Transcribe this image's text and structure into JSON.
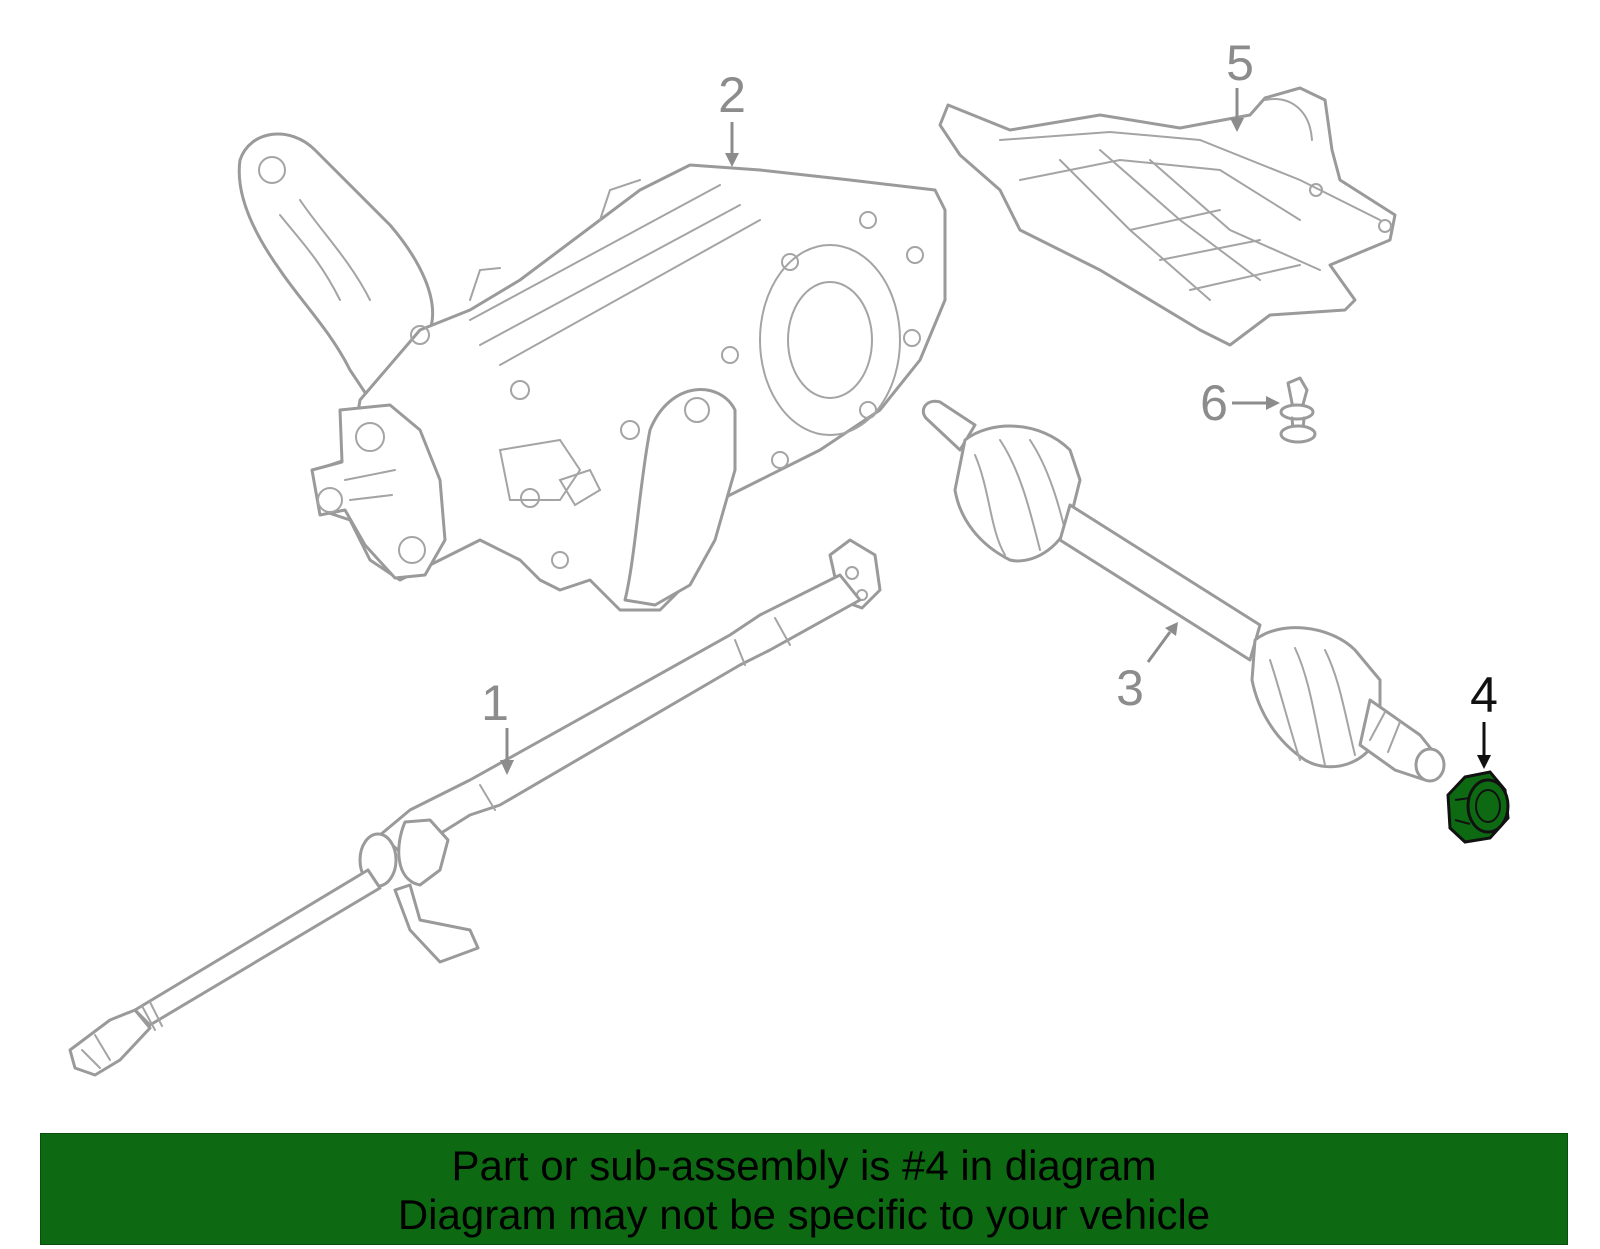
{
  "callouts": [
    {
      "id": "1",
      "label": "1",
      "highlighted": false
    },
    {
      "id": "2",
      "label": "2",
      "highlighted": false
    },
    {
      "id": "3",
      "label": "3",
      "highlighted": false
    },
    {
      "id": "4",
      "label": "4",
      "highlighted": true
    },
    {
      "id": "5",
      "label": "5",
      "highlighted": false
    },
    {
      "id": "6",
      "label": "6",
      "highlighted": false
    }
  ],
  "highlight_color": "#0d6a12",
  "line_color": "#9a9a9a",
  "banner": {
    "line1": "Part or sub-assembly is #4 in diagram",
    "line2": "Diagram may not be specific to your vehicle",
    "background": "#0d6a12"
  }
}
